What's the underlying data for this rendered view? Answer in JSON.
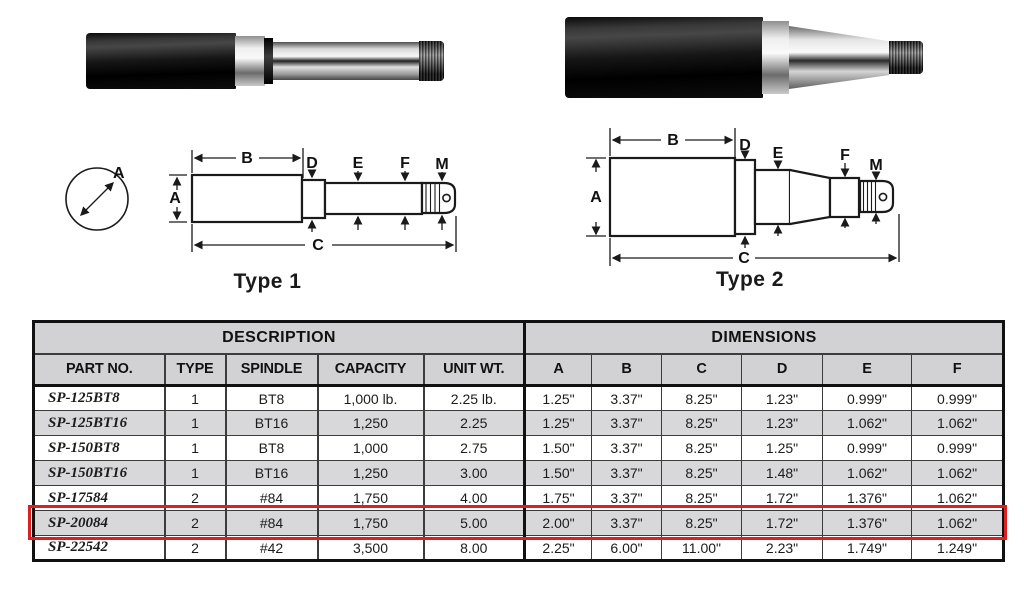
{
  "diagrams": {
    "type1": {
      "caption": "Type 1",
      "labels": {
        "a": "A",
        "b": "B",
        "c": "C",
        "d": "D",
        "e": "E",
        "f": "F",
        "m": "M"
      }
    },
    "type2": {
      "caption": "Type 2",
      "labels": {
        "a": "A",
        "b": "B",
        "c": "C",
        "d": "D",
        "e": "E",
        "f": "F",
        "m": "M"
      }
    }
  },
  "table": {
    "group_headers": [
      {
        "label": "DESCRIPTION",
        "colspan": 5
      },
      {
        "label": "DIMENSIONS",
        "colspan": 6
      }
    ],
    "columns": [
      "PART NO.",
      "TYPE",
      "SPINDLE",
      "CAPACITY",
      "UNIT WT.",
      "A",
      "B",
      "C",
      "D",
      "E",
      "F"
    ],
    "rows": [
      [
        "SP-125BT8",
        "1",
        "BT8",
        "1,000 lb.",
        "2.25 lb.",
        "1.25\"",
        "3.37\"",
        "8.25\"",
        "1.23\"",
        "0.999\"",
        "0.999\""
      ],
      [
        "SP-125BT16",
        "1",
        "BT16",
        "1,250",
        "2.25",
        "1.25\"",
        "3.37\"",
        "8.25\"",
        "1.23\"",
        "1.062\"",
        "1.062\""
      ],
      [
        "SP-150BT8",
        "1",
        "BT8",
        "1,000",
        "2.75",
        "1.50\"",
        "3.37\"",
        "8.25\"",
        "1.25\"",
        "0.999\"",
        "0.999\""
      ],
      [
        "SP-150BT16",
        "1",
        "BT16",
        "1,250",
        "3.00",
        "1.50\"",
        "3.37\"",
        "8.25\"",
        "1.48\"",
        "1.062\"",
        "1.062\""
      ],
      [
        "SP-17584",
        "2",
        "#84",
        "1,750",
        "4.00",
        "1.75\"",
        "3.37\"",
        "8.25\"",
        "1.72\"",
        "1.376\"",
        "1.062\""
      ],
      [
        "SP-20084",
        "2",
        "#84",
        "1,750",
        "5.00",
        "2.00\"",
        "3.37\"",
        "8.25\"",
        "1.72\"",
        "1.376\"",
        "1.062\""
      ],
      [
        "SP-22542",
        "2",
        "#42",
        "3,500",
        "8.00",
        "2.25\"",
        "6.00\"",
        "11.00\"",
        "2.23\"",
        "1.749\"",
        "1.249\""
      ]
    ],
    "highlighted_part": "SP-20084",
    "highlighted_row_index": 5,
    "colors": {
      "highlight_border": "#df1f1f",
      "header_bg": "#d2d2d4",
      "zebra_bg": "#d8d8da"
    }
  }
}
